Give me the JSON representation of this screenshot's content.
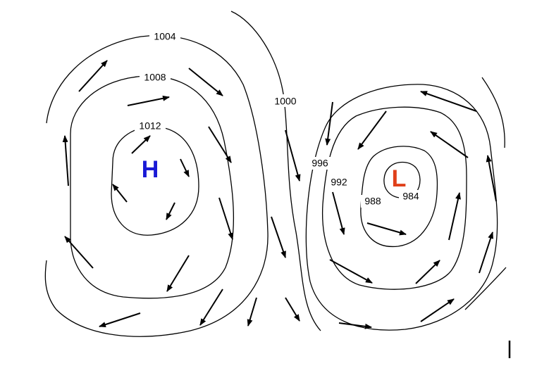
{
  "isobars": {
    "h_1004": "1004",
    "h_1008": "1008",
    "h_1012": "1012",
    "divider_1000": "1000",
    "l_996": "996",
    "l_992": "992",
    "l_988": "988",
    "l_984": "984"
  },
  "centers": {
    "high": {
      "label": "H",
      "color": "#1a1ad6"
    },
    "low": {
      "label": "L",
      "color": "#e0401a"
    }
  },
  "arrow_color": "#000000"
}
